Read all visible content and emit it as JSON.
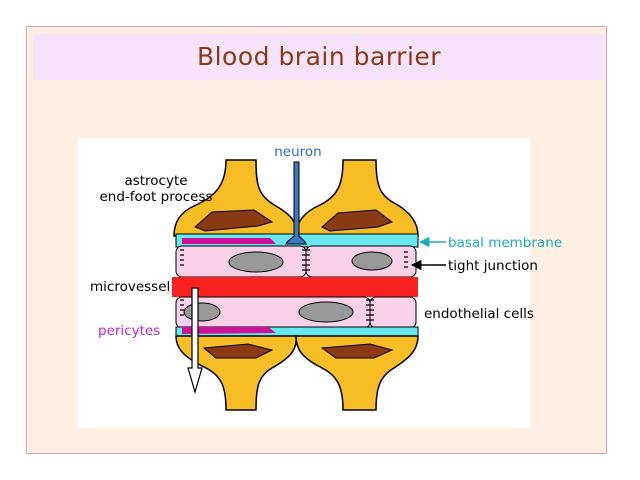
{
  "title": "Blood brain barrier",
  "labels": {
    "neuron": "neuron",
    "astrocyte_line1": "astrocyte",
    "astrocyte_line2": "end-foot process",
    "basal_membrane": "basal membrane",
    "tight_junction": "tight junction",
    "microvessel": "microvessel",
    "endothelial_cells": "endothelial cells",
    "pericytes": "pericytes"
  },
  "colors": {
    "astrocyte": "#f7bd25",
    "astrocyte_nucleus": "#8b3a14",
    "neuron": "#3d78c6",
    "basal_membrane": "#66e8ee",
    "endothelial_cell": "#f9d1e9",
    "endothelial_nucleus": "#999999",
    "blood": "#fa2121",
    "pericyte": "#d0109a",
    "label_cyan": "#17aeb8",
    "label_magenta": "#c224c8",
    "label_blue": "#2c6cb2"
  }
}
